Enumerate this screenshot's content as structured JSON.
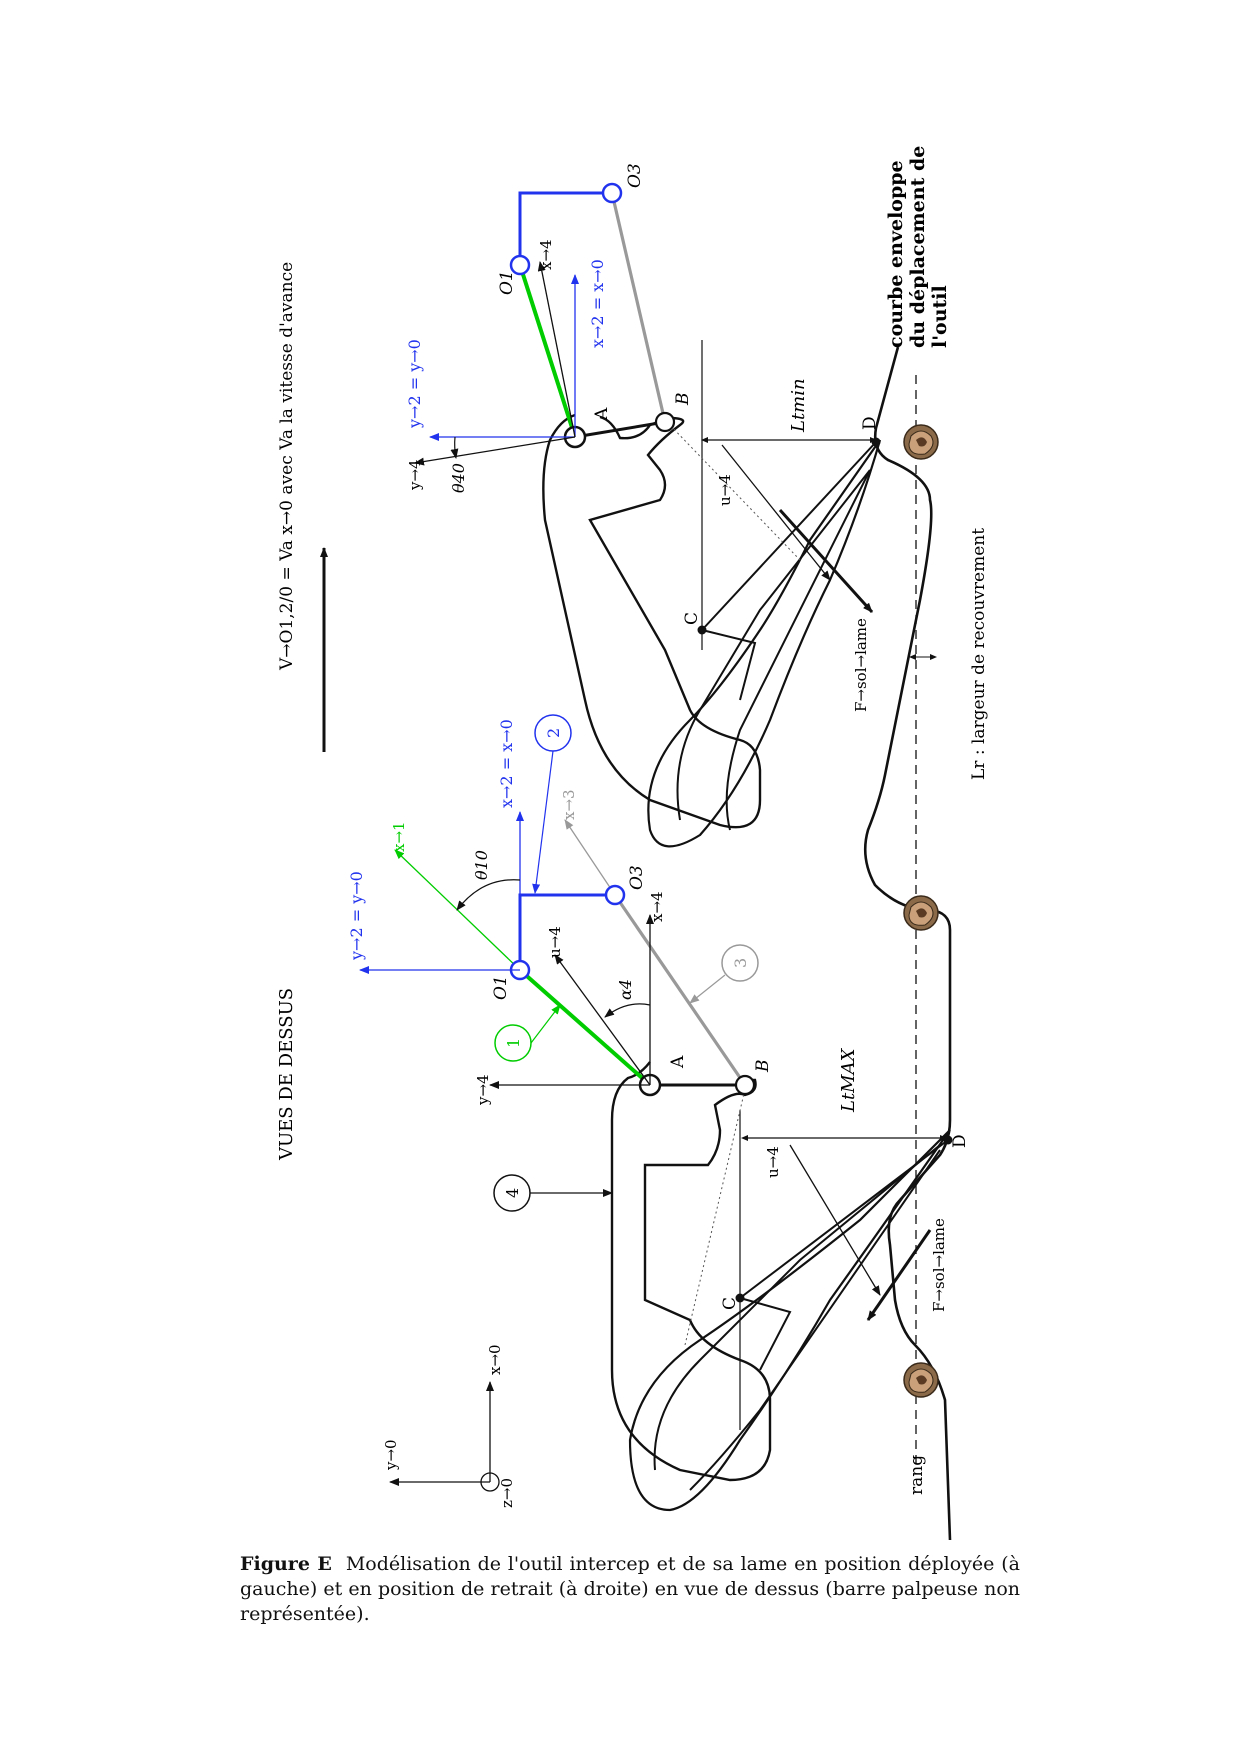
{
  "figure": {
    "view_title": "VUES DE DESSUS",
    "speed_label": "V→O1,2/0 = Va x→0 avec Va la vitesse d'avance",
    "envelope_label": [
      "courbe enveloppe",
      "du déplacement de",
      "l'outil"
    ],
    "overlap_label": "Lr : largeur de recouvrement",
    "row_label": "rang",
    "frame": {
      "x0": "x→0",
      "y0": "y→0",
      "z0": "z→0"
    },
    "left_tool": {
      "points": {
        "A": "A",
        "B": "B",
        "O1": "O1",
        "O3": "O3",
        "C": "C",
        "D": "D"
      },
      "vectors": {
        "x1": "x→1",
        "x2": "x→2 = x→0",
        "y2": "y→2 = y→0",
        "x3": "x→3",
        "x4": "x→4",
        "y4": "y→4",
        "u4": "u→4",
        "u4b": "u→4",
        "F": "F→sol→lame"
      },
      "angles": {
        "theta10": "θ10",
        "alpha4": "α4"
      },
      "dimension": "LtMAX",
      "parts": {
        "p1": "1",
        "p2": "2",
        "p3": "3",
        "p4": "4"
      }
    },
    "right_tool": {
      "points": {
        "A": "A",
        "B": "B",
        "O1": "O1",
        "O3": "O3",
        "C": "C",
        "D": "D"
      },
      "vectors": {
        "x2": "x→2 = x→0",
        "y2": "y→2 = y→0",
        "x4": "x→4",
        "y4": "y→4",
        "u4": "u→4",
        "F": "F→sol→lame"
      },
      "angles": {
        "theta40": "θ40"
      },
      "dimension": "Ltmin"
    },
    "colors": {
      "part1": "#00cc00",
      "part2": "#0000ee",
      "part3": "#999999",
      "frame2": "#3333ee"
    }
  },
  "caption": {
    "label": "Figure E",
    "text": "Modélisation de l'outil intercep et de sa lame en position déployée (à gauche) et en position de retrait (à droite) en vue de dessus (barre palpeuse non représentée)."
  }
}
